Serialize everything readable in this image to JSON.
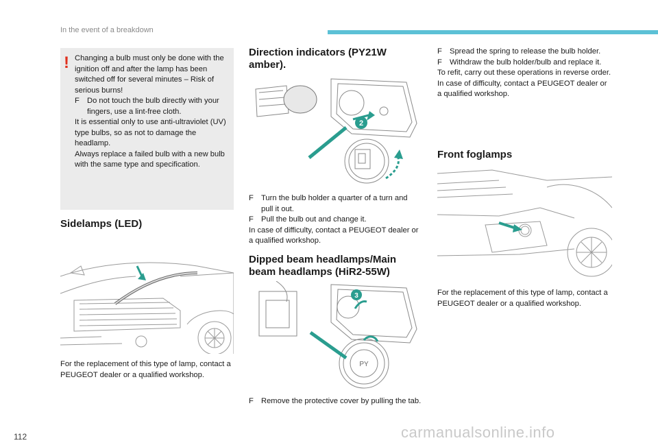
{
  "header": {
    "section_title": "In the event of a breakdown",
    "page_number": "112"
  },
  "warning": {
    "intro": "Changing a bulb must only be done with the ignition off and after the lamp has been switched off for several minutes – Risk of serious burns!",
    "bullet": "Do not touch the bulb directly with your fingers, use a lint-free cloth.",
    "para1": "It is essential only to use anti-ultraviolet (UV) type bulbs, so as not to damage the headlamp.",
    "para2": "Always replace a failed bulb with a new bulb with the same type and specification."
  },
  "bullet_marker": "F",
  "sidelamps": {
    "title": "Sidelamps (LED)",
    "text": "For the replacement of this type of lamp, contact a PEUGEOT dealer or a qualified workshop."
  },
  "direction": {
    "title_line1": "Direction indicators (PY21W",
    "title_line2": "amber).",
    "badge": "2",
    "bullet1": "Turn the bulb holder a quarter of a turn and pull it out.",
    "bullet2": "Pull the bulb out and change it.",
    "para": "In case of difficulty, contact a PEUGEOT dealer or a qualified workshop."
  },
  "dipped": {
    "title_line1": "Dipped beam headlamps/Main",
    "title_line2": "beam headlamps (HiR2-55W)",
    "badge": "3",
    "cover_label": "PY",
    "bullet1": "Remove the protective cover by pulling the tab."
  },
  "right_col": {
    "bullet1": "Spread the spring to release the bulb holder.",
    "bullet2": "Withdraw the bulb holder/bulb and replace it.",
    "para1": "To refit, carry out these operations in reverse order.",
    "para2": "In case of difficulty, contact a PEUGEOT dealer or a qualified workshop."
  },
  "foglamps": {
    "title": "Front foglamps",
    "text": "For the replacement of this type of lamp, contact a PEUGEOT dealer or a qualified workshop."
  },
  "watermark": "carmanualsonline.info",
  "colors": {
    "accent_bar": "#5cc1d6",
    "warning": "#e0301e",
    "arrow": "#2a9d8f"
  }
}
